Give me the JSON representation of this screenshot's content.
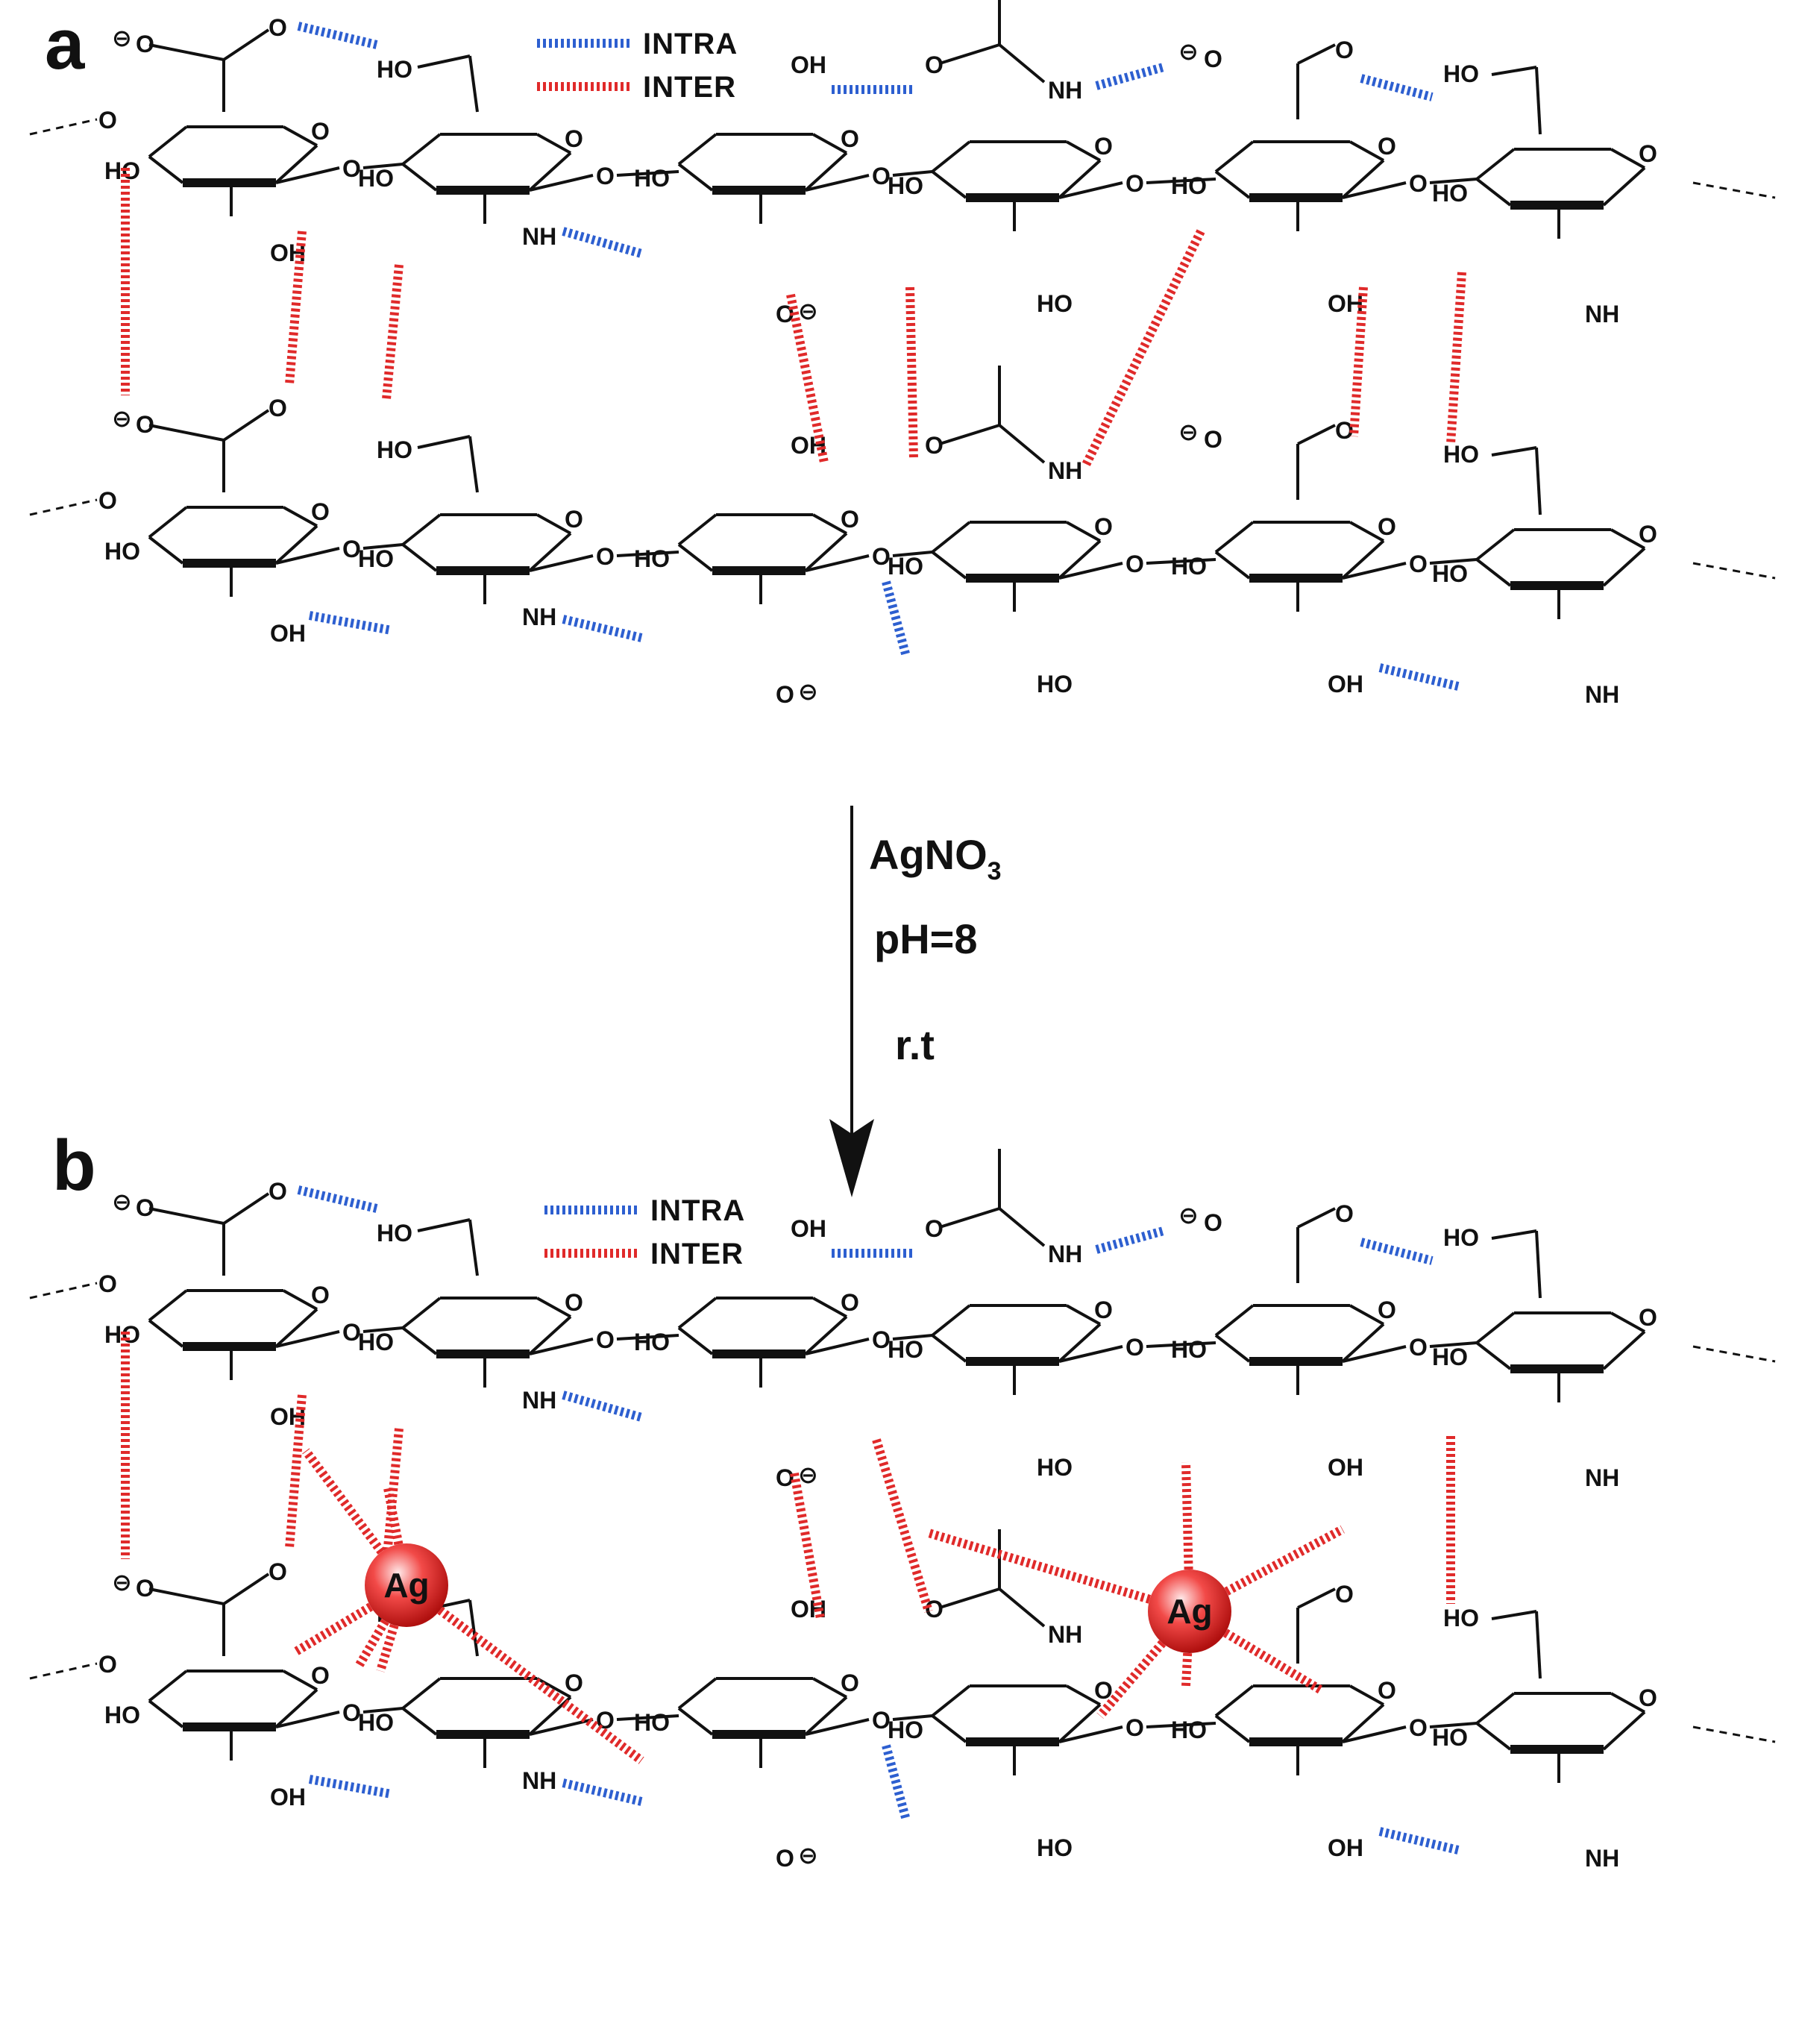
{
  "panels": [
    {
      "letter": "a"
    },
    {
      "letter": "b"
    }
  ],
  "legend": {
    "intra_label": "INTRA",
    "inter_label": "INTER",
    "intra_color": "#2d5fd0",
    "inter_color": "#e02a2a"
  },
  "reaction": {
    "reagent_main": "AgNO",
    "reagent_sub": "3",
    "condition_ph": "pH=8",
    "condition_temp": "r.t"
  },
  "atom_labels": {
    "hydroxyl": "HO",
    "hydroxyl_rev": "OH",
    "amide_nh": "NH",
    "oxygen": "O",
    "charge": "⊖"
  },
  "silver": {
    "label": "Ag",
    "color": "#e0201e"
  }
}
